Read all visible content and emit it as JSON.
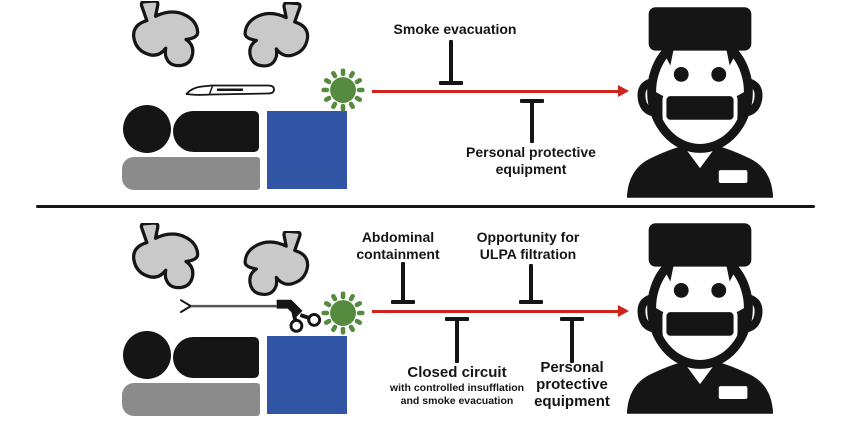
{
  "colors": {
    "arrow_red": "#cd241b",
    "virus_green": "#568a3e",
    "drape_blue": "#2f55a4",
    "table_gray": "#8b8b8b",
    "organ_gray": "#c9c9c9",
    "ink": "#151515"
  },
  "top_panel": {
    "smoke_evacuation": "Smoke evacuation",
    "ppe_line1": "Personal protective",
    "ppe_line2": "equipment"
  },
  "bottom_panel": {
    "abdominal_line1": "Abdominal",
    "abdominal_line2": "containment",
    "ulpa_line1": "Opportunity for",
    "ulpa_line2": "ULPA filtration",
    "closed_circuit_title": "Closed circuit",
    "closed_circuit_sub1": "with controlled insufflation",
    "closed_circuit_sub2": "and smoke evacuation",
    "ppe_line1": "Personal",
    "ppe_line2": "protective",
    "ppe_line3": "equipment"
  },
  "icons": {
    "organ": "liver-organ-icon",
    "scalpel": "scalpel-icon",
    "grasper": "laparoscopic-grasper-icon",
    "virus": "virus-particle-icon",
    "patient": "patient-on-table",
    "drape": "surgical-drape-block",
    "surgeon": "surgeon-mask-icon",
    "inhibitor": "t-bar-inhibitor",
    "arrow": "transmission-arrow"
  }
}
